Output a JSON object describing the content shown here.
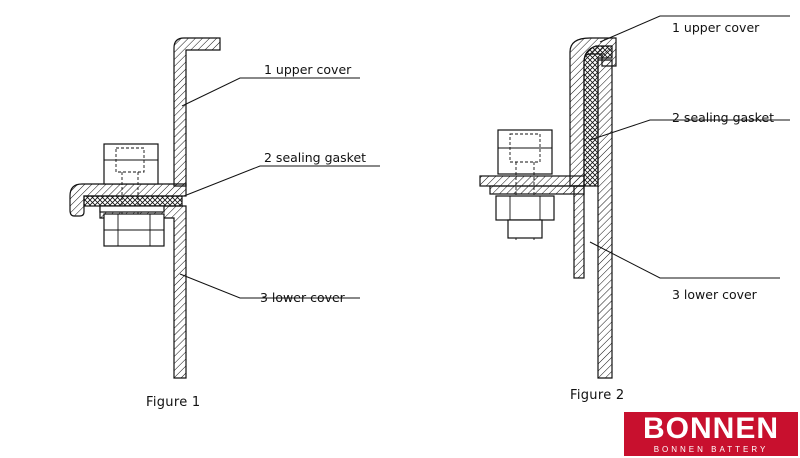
{
  "figure1": {
    "caption": "Figure 1",
    "labels": {
      "upper": "1 upper cover",
      "gasket": "2 sealing gasket",
      "lower": "3 lower cover"
    }
  },
  "figure2": {
    "caption": "Figure 2",
    "labels": {
      "upper": "1 upper cover",
      "gasket": "2 sealing gasket",
      "lower": "3 lower cover"
    }
  },
  "logo": {
    "text": "BONNEN",
    "subtext": "BONNEN BATTERY",
    "color": "#c8102e"
  }
}
